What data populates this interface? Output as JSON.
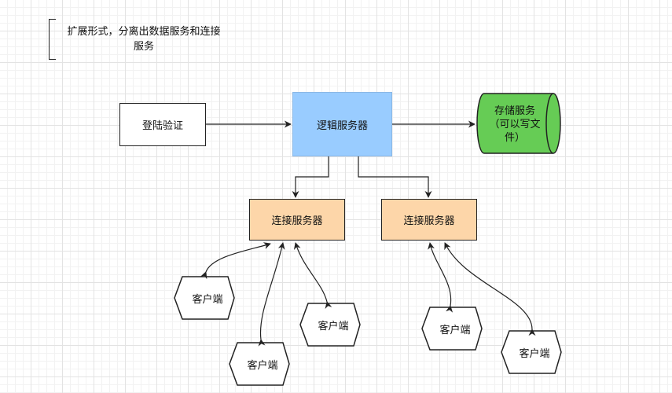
{
  "note": {
    "line1": "扩展形式，分离出数据服务和连接",
    "line2": "服务"
  },
  "nodes": {
    "login": "登陆验证",
    "logic": "逻辑服务器",
    "storage_line1": "存储服务",
    "storage_line2": "（可以写文",
    "storage_line3": "件）",
    "connection_server_1": "连接服务器",
    "connection_server_2": "连接服务器",
    "clients": [
      "客户端",
      "客户端",
      "客户端",
      "客户端",
      "客户端"
    ]
  },
  "colors": {
    "logic_fill": "#99ccff",
    "connection_fill": "#fdd6a9",
    "storage_fill": "#66cc55",
    "stroke": "#222222"
  }
}
